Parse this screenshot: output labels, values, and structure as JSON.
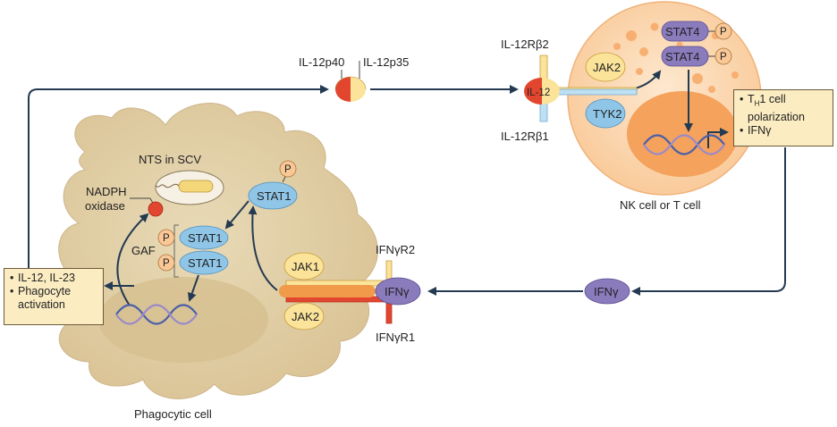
{
  "labels": {
    "il12p40": "IL-12p40",
    "il12p35": "IL-12p35",
    "il12rb2": "IL-12Rβ2",
    "il12rb1": "IL-12Rβ1",
    "il12": "IL-12",
    "jak2_top": "JAK2",
    "tyk2": "TYK2",
    "stat4a": "STAT4",
    "stat4b": "STAT4",
    "p": "P",
    "nk_cell": "NK cell or T cell",
    "ifng_free": "IFNγ",
    "ifng_bound": "IFNγ",
    "ifngr2": "IFNγR2",
    "ifngr1": "IFNγR1",
    "jak1": "JAK1",
    "jak2_bottom": "JAK2",
    "stat1_top": "STAT1",
    "stat1_a": "STAT1",
    "stat1_b": "STAT1",
    "gaf": "GAF",
    "nadph_line1": "NADPH",
    "nadph_line2": "oxidase",
    "nts_scv": "NTS in SCV",
    "phagocytic_cell": "Phagocytic cell"
  },
  "nk_box": {
    "item1_prefix": "T",
    "item1_sub": "H",
    "item1_suffix": "1 cell polarization",
    "item2": "IFNγ"
  },
  "phago_box": {
    "item1": "IL-12, IL-23",
    "item2": "Phagocyte activation"
  },
  "colors": {
    "phagocyte_fill": "#e3d2a9",
    "nk_fill": "#fbd7a9",
    "nucleus_fill": "#f4a25c",
    "stat_blue": "#8fc6e8",
    "jak_yellow": "#fbe39a",
    "ifng_purple": "#8a7bbd",
    "receptor_red": "#e2462f",
    "arrow": "#243a52"
  }
}
